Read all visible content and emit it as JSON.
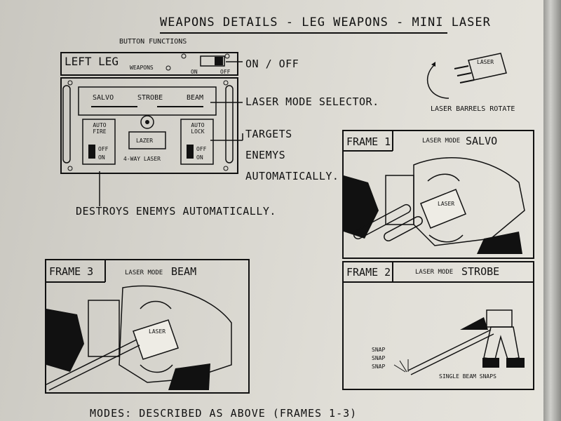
{
  "title": "WEAPONS DETAILS - LEG WEAPONS - MINI LASER",
  "button_functions_caption": "BUTTON FUNCTIONS",
  "panel": {
    "header": "LEFT LEG",
    "weapons_label": "WEAPONS",
    "on_label": "ON",
    "off_label": "OFF",
    "salvo": "SALVO",
    "strobe": "STROBE",
    "beam": "BEAM",
    "auto_fire": "AUTO FIRE",
    "auto_lock": "AUTO LOCK",
    "lazer": "LAZER",
    "four_way": "4-WAY LASER",
    "switch_off": "OFF",
    "switch_on": "ON"
  },
  "annotations": {
    "on_off": "ON / OFF",
    "mode_selector": "LASER MODE SELECTOR.",
    "targets_1": "TARGETS",
    "targets_2": "ENEMYS",
    "targets_3": "AUTOMATICALLY.",
    "destroys": "DESTROYS ENEMYS AUTOMATICALLY.",
    "barrels_rotate": "LASER BARRELS ROTATE",
    "laser_tag": "LASER"
  },
  "frames": {
    "frame1": {
      "label": "FRAME 1",
      "mode_caption": "LASER MODE",
      "mode": "SALVO"
    },
    "frame2": {
      "label": "FRAME 2",
      "mode_caption": "LASER MODE",
      "mode": "STROBE",
      "snap": "SNAP",
      "beam_caption": "SINGLE BEAM SNAPS"
    },
    "frame3": {
      "label": "FRAME 3",
      "mode_caption": "LASER MODE",
      "mode": "BEAM"
    }
  },
  "footer": "MODES: DESCRIBED AS ABOVE (FRAMES 1-3)"
}
